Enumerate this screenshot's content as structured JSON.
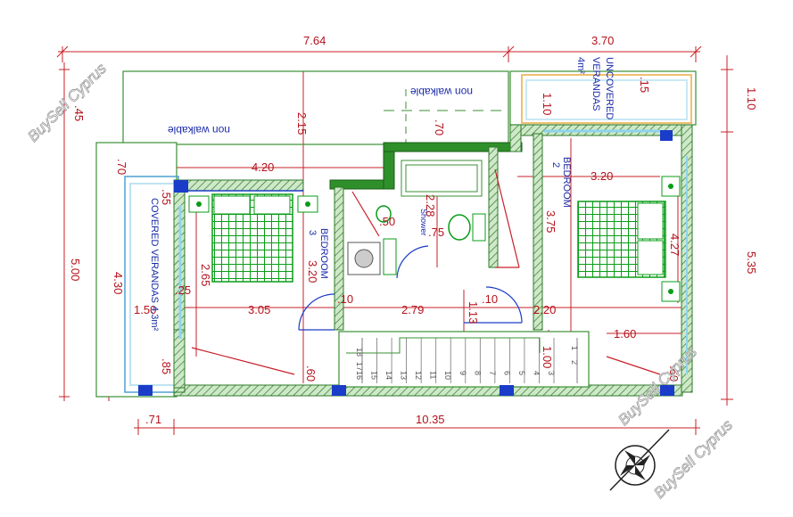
{
  "dimensions": {
    "top_left": "7.64",
    "top_right": "3.70",
    "right_top": "1.10",
    "right_overall": "5.35",
    "left_overall": "5.00",
    "left_inner": "4.30",
    "left_top": ".45",
    "left_small": ".70",
    "bottom_left": ".71",
    "bottom_overall": "10.35",
    "room1_width": "4.20",
    "room1_height": "3.20",
    "room1_depth": "2.65",
    "room1_bottom": "3.05",
    "veranda_inner": "1.50",
    "veranda_s1": ".55",
    "veranda_s2": ".25",
    "veranda_s3": ".85",
    "upper_215": "2.15",
    "upper_70": ".70",
    "bath_50": ".50",
    "bath_75": ".75",
    "bath_228": "2.28",
    "hall_10a": ".10",
    "hall_279": "2.79",
    "hall_10b": ".10",
    "hall_113": "1.13",
    "hall_220": "2.20",
    "bottom_60a": ".60",
    "bottom_60b": ".60",
    "stair_100": "1.00",
    "stair_160": "1.60",
    "room2_width": "3.20",
    "room2_375": "3.75",
    "room2_427": "4.27",
    "uncovered_110": "1.10",
    "uncovered_15": ".15"
  },
  "labels": {
    "non_walkable_1": "non walkable",
    "non_walkable_2": "non walkable",
    "uncovered_line1": "UNCOVERED",
    "uncovered_line2": "VERANDAS",
    "uncovered_area": "4m²",
    "covered_verandas": "COVERED VERANDAS 4.3m²",
    "bedroom_3": "BEDROOM",
    "bedroom_3_num": "3",
    "bedroom_2": "BEDROOM",
    "bedroom_2_num": "2",
    "shower": "Shower"
  },
  "stairs": [
    "18",
    "17",
    "16",
    "15",
    "14",
    "13",
    "12",
    "11",
    "10",
    "9",
    "8",
    "7",
    "6",
    "5",
    "4",
    "3",
    "2",
    "1"
  ],
  "watermarks": [
    "BuySell Cyprus",
    "BuySell Cyprus",
    "BuySell Cyprus"
  ],
  "colors": {
    "dimension": "#b5121b",
    "wall": "#2f8f2a",
    "window": "#1a3cc8",
    "furniture": "#0a9c17"
  }
}
